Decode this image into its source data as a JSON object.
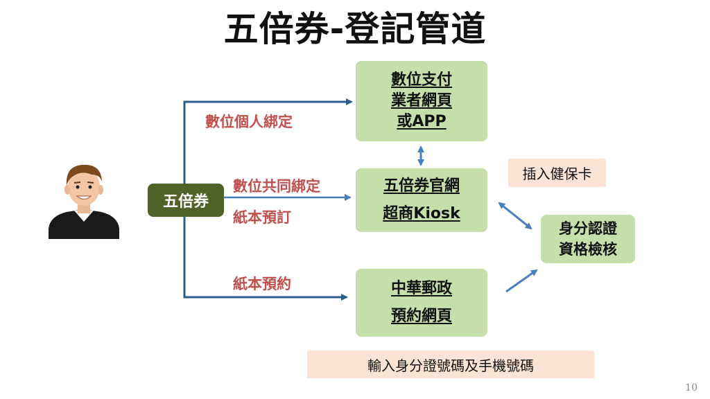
{
  "title": "五倍券-登記管道",
  "start_node": "五倍券",
  "channels": {
    "digital": [
      "數位支付",
      "業者網頁",
      "或APP"
    ],
    "official": [
      "五倍券官網",
      "超商Kiosk"
    ],
    "post": [
      "中華郵政",
      "預約網頁"
    ]
  },
  "verify": [
    "身分認證",
    "資格檢核"
  ],
  "edge_labels": {
    "digital_bind": "數位個人綁定",
    "joint_bind": "數位共同綁定",
    "paper_order": "紙本預訂",
    "paper_reserve": "紙本預約"
  },
  "notes": {
    "health_card": "插入健保卡",
    "id_phone": "輸入身分證號碼及手機號碼"
  },
  "page_number": "10",
  "colors": {
    "box_fill": "#c5deaa",
    "start_fill": "#4f6228",
    "note_fill": "#fbe4d5",
    "label_red": "#c0504d",
    "arrow_blue": "#2e5c8a"
  }
}
